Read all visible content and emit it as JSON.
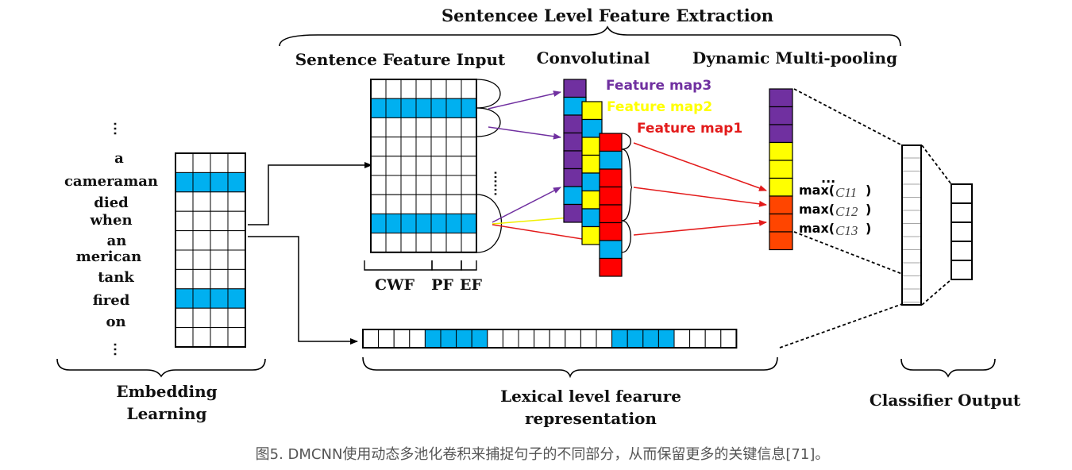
{
  "title": "Sentencee Level Feature Extraction",
  "sections": {
    "sentence_feature_input": "Sentence Feature Input",
    "convolutional": "Convolutinal",
    "dynamic_pooling": "Dynamic Multi-pooling",
    "embedding_learning_1": "Embedding",
    "embedding_learning_2": "Learning",
    "lexical_1": "Lexical level fearure",
    "lexical_2": "representation",
    "classifier_output": "Classifier Output"
  },
  "sentence_words": [
    "a",
    "cameraman",
    "died",
    "when",
    "an",
    "merican",
    "tank",
    "fired",
    "on"
  ],
  "feature_labels": {
    "cwf": "CWF",
    "pf": "PF",
    "ef": "EF"
  },
  "feature_maps": [
    {
      "label": "Feature map3",
      "color": "#7030a0"
    },
    {
      "label": "Feature map2",
      "color": "#ffff00"
    },
    {
      "label": "Feature map1",
      "color": "#e31b1b"
    }
  ],
  "pooling_labels": {
    "max": "max(",
    "c11": "C11",
    "c12": "C12",
    "c13": "C13",
    "close": ")",
    "ellipsis": "..."
  },
  "colors": {
    "highlight": "#00b0f0",
    "purple": "#7030a0",
    "yellow": "#ffff00",
    "red": "#ff0000",
    "orange": "#ff4500"
  },
  "caption": "图5. DMCNN使用动态多池化卷积来捕捉句子的不同部分，从而保留更多的关键信息[71]。"
}
